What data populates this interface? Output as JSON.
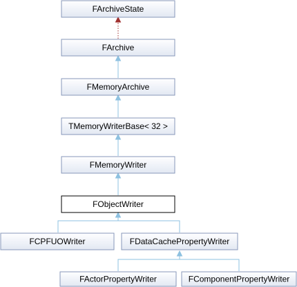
{
  "nodes": {
    "farchivestate": "FArchiveState",
    "farchive": "FArchive",
    "fmemoryarchive": "FMemoryArchive",
    "tmemorywriterbase": "TMemoryWriterBase< 32 >",
    "fmemorywriter": "FMemoryWriter",
    "fobjectwriter": "FObjectWriter",
    "fcpfuowriter": "FCPFUOWriter",
    "fdatacachepropertywriter": "FDataCachePropertyWriter",
    "factorpropertywriter": "FActorPropertyWriter",
    "fcomponentpropertywriter": "FComponentPropertyWriter"
  },
  "colors": {
    "edge": "#8ec1e0",
    "private_edge": "#a0302f",
    "box_border": "#8797ba",
    "current_border": "#000000"
  }
}
